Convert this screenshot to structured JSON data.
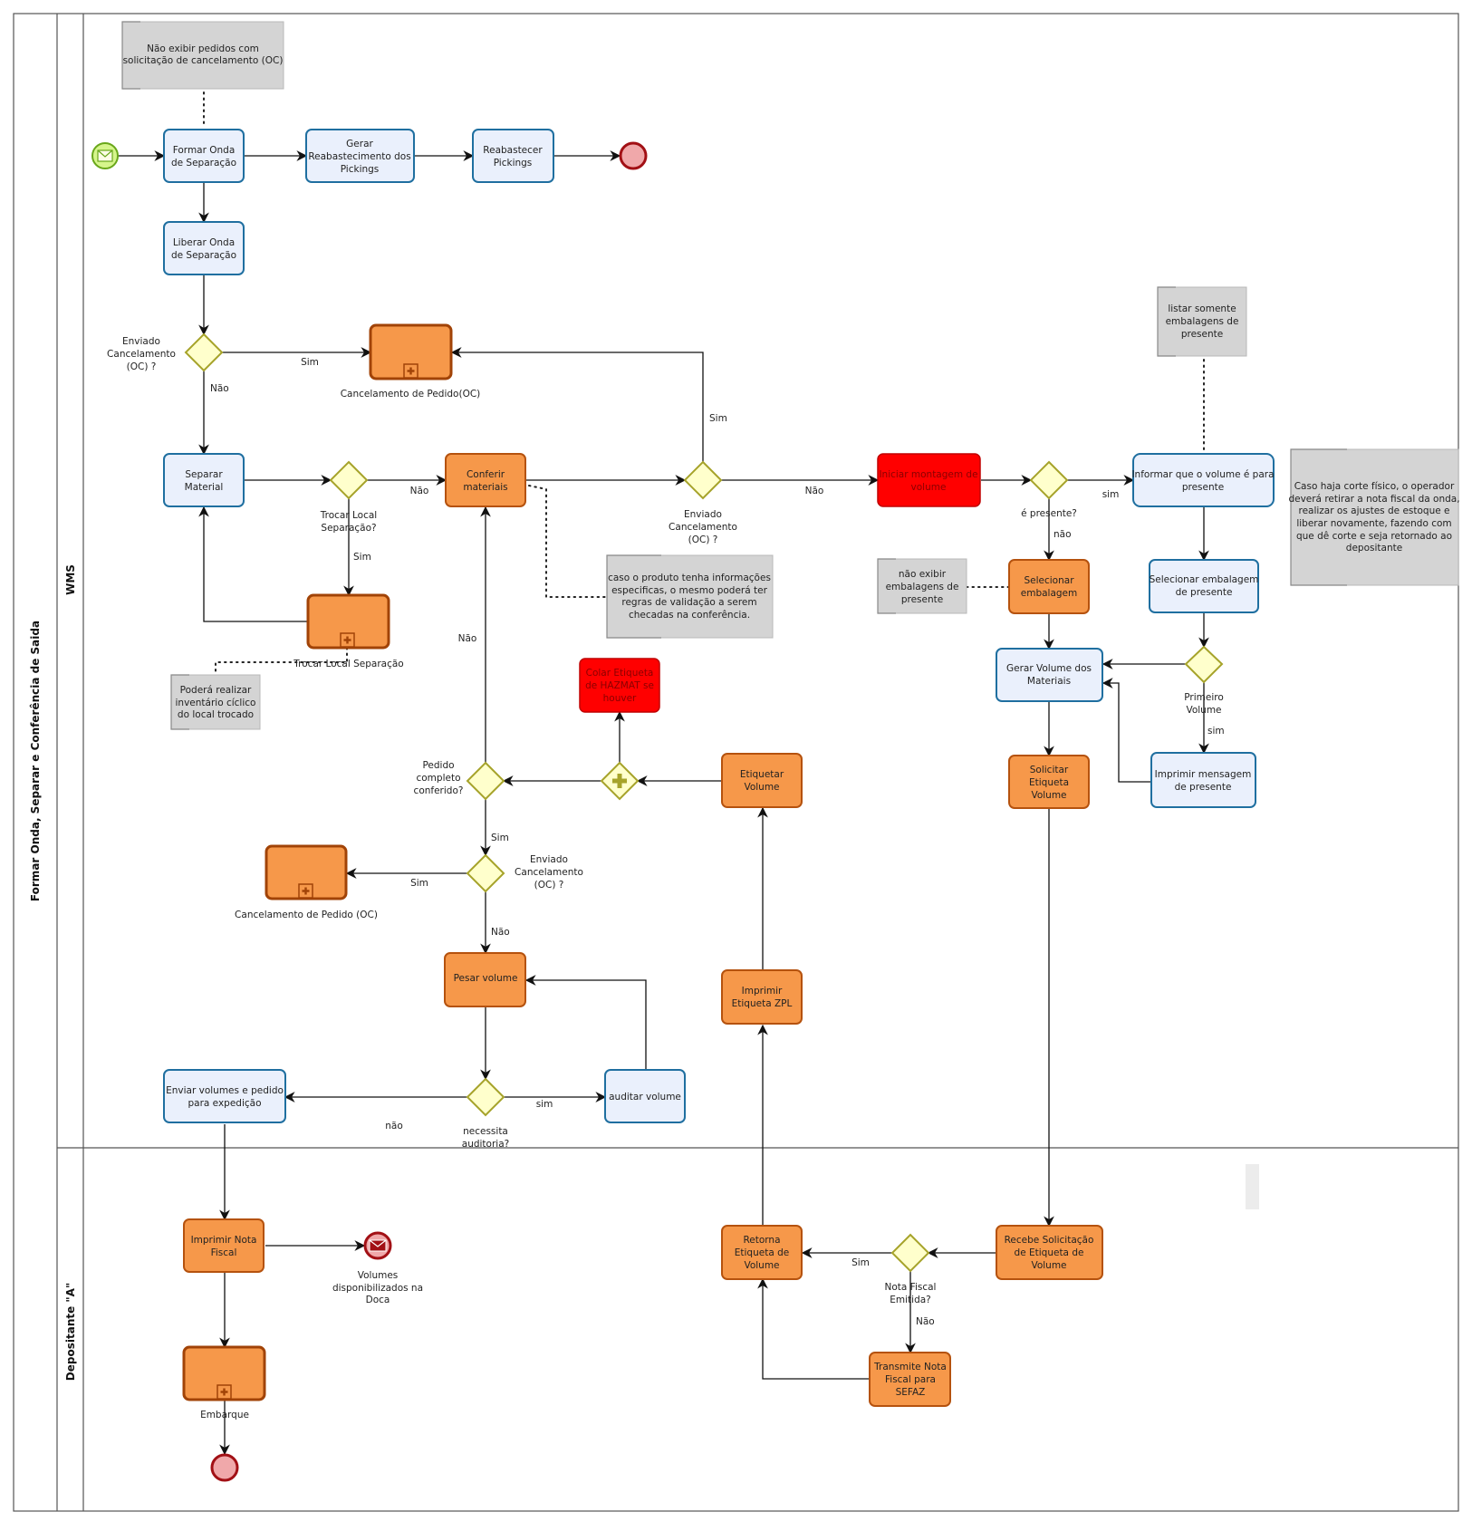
{
  "pool": {
    "title": "Formar Onda, Separar e Conferência de Saida",
    "lanes": [
      {
        "name": "WMS"
      },
      {
        "name": "Depositante \"A\""
      }
    ]
  },
  "colors": {
    "task_blue_fill": "#eaf0fc",
    "task_blue_stroke": "#1f6fa0",
    "task_orange_fill": "#f6984a",
    "task_orange_stroke": "#b5520e",
    "task_red_fill": "#ff0000",
    "gateway_fill": "#ffffcc",
    "gateway_stroke": "#a6a32a",
    "note_fill": "#d4d4d4",
    "start_fill": "#d6f58c",
    "end_fill": "#f0a8aa"
  },
  "tasks": {
    "formar_onda": [
      "Formar Onda",
      "de Separação"
    ],
    "gerar_reabastecimento": [
      "Gerar",
      "Reabastecimento dos",
      "Pickings"
    ],
    "reabastecer_pickings": [
      "Reabastecer",
      "Pickings"
    ],
    "liberar_onda": [
      "Liberar Onda",
      "de Separação"
    ],
    "separar_material": [
      "Separar",
      "Material"
    ],
    "conferir_materiais": [
      "Conferir",
      "materiais"
    ],
    "iniciar_montagem": [
      "Iniciar montagem de",
      "volume"
    ],
    "informar_presente": [
      "Informar que o volume é para",
      "presente"
    ],
    "selecionar_embalagem": [
      "Selecionar",
      "embalagem"
    ],
    "selecionar_embalagem_presente": [
      "Selecionar embalagem",
      "de presente"
    ],
    "gerar_volume": [
      "Gerar Volume dos",
      "Materiais"
    ],
    "imprimir_mensagem": [
      "Imprimir mensagem",
      "de presente"
    ],
    "solicitar_etiqueta": [
      "Solicitar",
      "Etiqueta",
      "Volume"
    ],
    "colar_hazmat": [
      "Colar Etiqueta",
      "de HAZMAT se",
      "houver"
    ],
    "etiquetar_volume": [
      "Etiquetar",
      "Volume"
    ],
    "imprimir_zpl": [
      "Imprimir",
      "Etiqueta ZPL"
    ],
    "pesar_volume": [
      "Pesar volume"
    ],
    "auditar_volume": [
      "auditar volume"
    ],
    "enviar_volumes": [
      "Enviar volumes e pedido",
      "para expedição"
    ],
    "imprimir_nota": [
      "Imprimir Nota",
      "Fiscal"
    ],
    "retorna_etiqueta": [
      "Retorna",
      "Etiqueta de",
      "Volume"
    ],
    "recebe_solicitacao": [
      "Recebe Solicitação",
      "de Etiqueta de",
      "Volume"
    ],
    "transmite_nota": [
      "Transmite Nota",
      "Fiscal para",
      "SEFAZ"
    ]
  },
  "subprocesses": {
    "cancelamento_1": "Cancelamento de Pedido(OC)",
    "trocar_local": "Trocar Local Separação",
    "cancelamento_2": "Cancelamento de Pedido (OC)",
    "embarque": "Embarque"
  },
  "gateways": {
    "g_cancel_1": [
      "Enviado",
      "Cancelamento",
      "(OC) ?"
    ],
    "g_trocar": [
      "Trocar Local",
      "Separação?"
    ],
    "g_cancel_2": [
      "Enviado",
      "Cancelamento",
      "(OC) ?"
    ],
    "g_presente": [
      "é presente?"
    ],
    "g_primeiro": [
      "Primeiro",
      "Volume"
    ],
    "g_pedido_completo": [
      "Pedido",
      "completo",
      "conferido?"
    ],
    "g_cancel_3": [
      "Enviado",
      "Cancelamento",
      "(OC) ?"
    ],
    "g_auditoria": [
      "necessita",
      "auditoria?"
    ],
    "g_nota": [
      "Nota Fiscal",
      "Emitida?"
    ]
  },
  "events": {
    "msg_end_label": [
      "Volumes",
      "disponibilizados na",
      "Doca"
    ]
  },
  "notes": {
    "n_nao_exibir": [
      "Não exibir pedidos com",
      "solicitação de cancelamento (OC)"
    ],
    "n_listar": [
      "listar somente",
      "embalagens de",
      "presente"
    ],
    "n_corte": [
      "Caso haja corte físico, o operador",
      "deverá retirar a nota fiscal da onda,",
      "realizar os ajustes de estoque e",
      "liberar novamente, fazendo com",
      "que dê corte e seja retornado ao",
      "depositante"
    ],
    "n_produto": [
      "caso o produto tenha informações",
      "especificas, o mesmo poderá ter",
      "regras de validação a serem",
      "checadas na conferência."
    ],
    "n_nao_exibir_emb": [
      "não exibir",
      "embalagens de",
      "presente"
    ],
    "n_inventario": [
      "Poderá realizar",
      "inventário cíclico",
      "do local trocado"
    ]
  },
  "flow_labels": {
    "sim_1": "Sim",
    "nao_1": "Não",
    "nao_trocar": "Não",
    "sim_trocar": "Sim",
    "sim_cancel_2": "Sim",
    "nao_cancel_2": "Não",
    "sim_presente": "sim",
    "nao_presente": "não",
    "sim_primeiro": "sim",
    "nao_pedido": "Não",
    "sim_pedido": "Sim",
    "sim_cancel_3": "Sim",
    "nao_cancel_3": "Não",
    "sim_auditoria": "sim",
    "nao_auditoria": "não",
    "sim_nota": "Sim",
    "nao_nota": "Não"
  }
}
